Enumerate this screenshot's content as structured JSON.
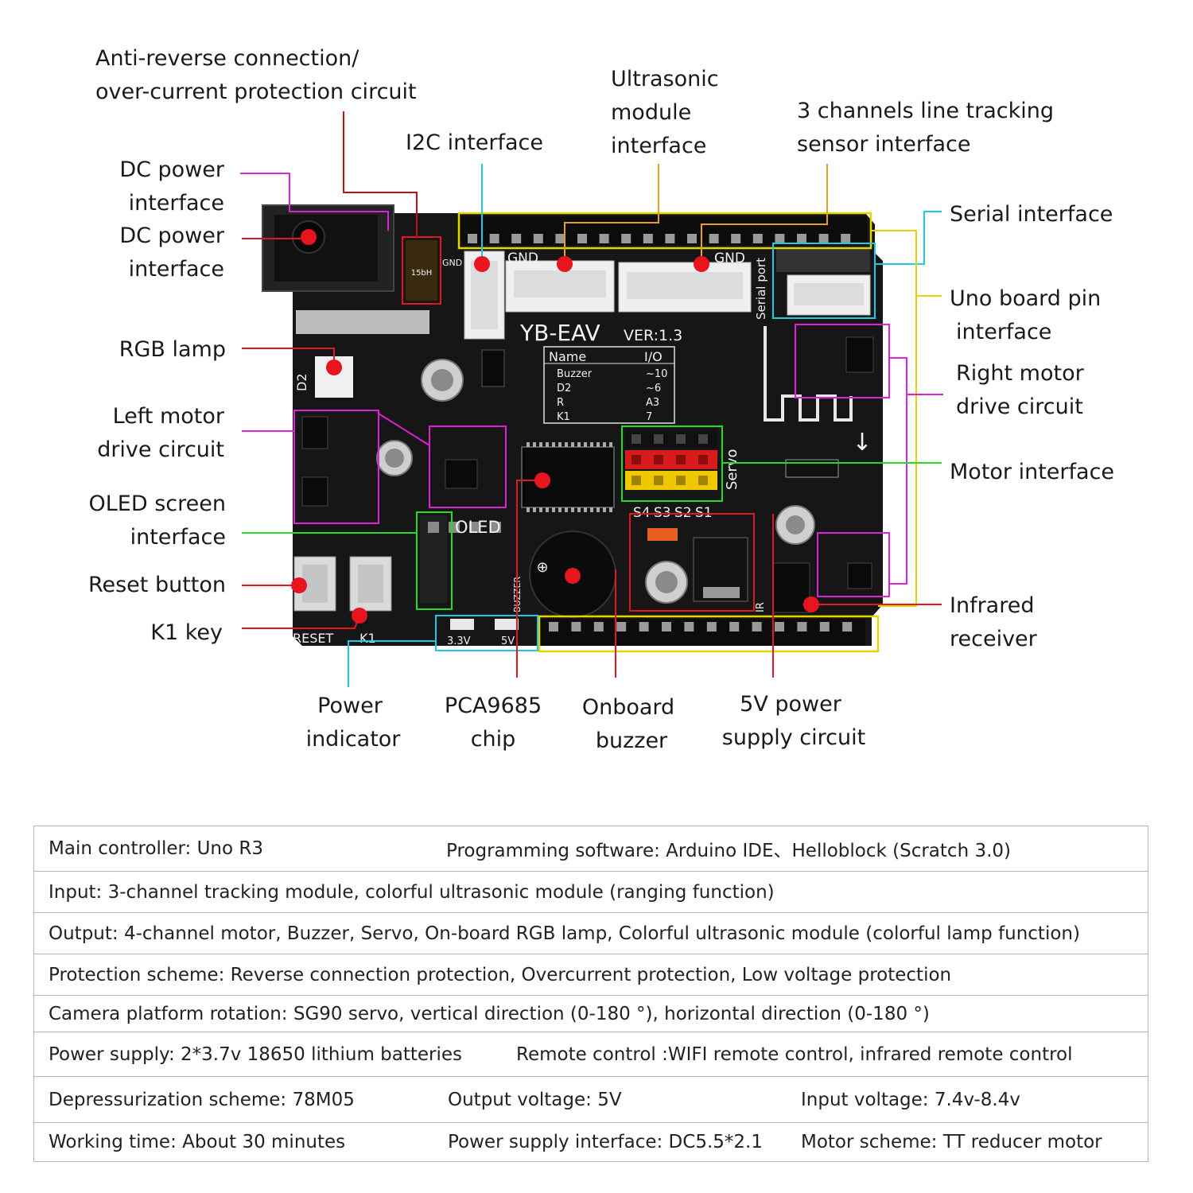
{
  "board": {
    "model": "YB-EAV",
    "version": "VER:1.3",
    "io_table": {
      "headers": [
        "Name",
        "I/O"
      ],
      "rows": [
        [
          "Buzzer",
          "~10"
        ],
        [
          "D2",
          "~6"
        ],
        [
          "R",
          "A3"
        ],
        [
          "K1",
          "7"
        ]
      ]
    },
    "silkscreen": {
      "oled": "OLED",
      "servo": "Servo",
      "serial_port": "Serial port",
      "reset": "RESET",
      "k1": "K1",
      "v33": "3.3V",
      "v5": "5V",
      "d2": "D2",
      "gnd": "GND",
      "servo_pins": [
        "S4",
        "S3",
        "S2",
        "S1"
      ],
      "ir": "IR",
      "buzzer_tag": "BUZZER",
      "fuse": "15bH"
    }
  },
  "callouts": {
    "anti_reverse": [
      "Anti-reverse connection/",
      "over-current protection circuit"
    ],
    "dc_power_1": [
      "DC power",
      "interface"
    ],
    "dc_power_2": [
      "DC power",
      "interface"
    ],
    "i2c": [
      "I2C interface"
    ],
    "ultrasonic": [
      "Ultrasonic",
      "module",
      "interface"
    ],
    "line_tracking": [
      "3 channels line tracking",
      "sensor interface"
    ],
    "serial": [
      "Serial interface"
    ],
    "uno_pin": [
      "Uno board pin",
      "interface"
    ],
    "right_motor": [
      "Right motor",
      "drive circuit"
    ],
    "motor_interface": [
      "Motor interface"
    ],
    "rgb": [
      "RGB lamp"
    ],
    "left_motor": [
      "Left motor",
      "drive circuit"
    ],
    "oled": [
      "OLED screen",
      "interface"
    ],
    "reset": [
      "Reset button"
    ],
    "k1": [
      "K1 key"
    ],
    "infrared": [
      "Infrared",
      "receiver"
    ],
    "power_indicator": [
      "Power",
      "indicator"
    ],
    "pca9685": [
      "PCA9685",
      "chip"
    ],
    "buzzer": [
      "Onboard",
      "buzzer"
    ],
    "power_5v": [
      "5V power",
      "supply circuit"
    ]
  },
  "specs": {
    "row1": {
      "a": "Main controller: Uno R3",
      "b": "Programming software: Arduino IDE、Helloblock (Scratch 3.0)"
    },
    "row2": {
      "a": "Input: 3-channel tracking module, colorful ultrasonic module (ranging function)"
    },
    "row3": {
      "a": "Output: 4-channel motor, Buzzer, Servo, On-board RGB lamp, Colorful ultrasonic module (colorful lamp function)"
    },
    "row4": {
      "a": "Protection scheme: Reverse connection protection, Overcurrent protection, Low voltage protection"
    },
    "row5": {
      "a": "Camera platform rotation: SG90 servo, vertical direction (0-180 °), horizontal direction (0-180 °)"
    },
    "row6": {
      "a": "Power supply: 2*3.7v 18650 lithium batteries",
      "b": "Remote control :WIFI remote control, infrared remote control"
    },
    "row7": {
      "a": "Depressurization scheme: 78M05",
      "b": "Output voltage: 5V",
      "c": "Input voltage: 7.4v-8.4v"
    },
    "row8": {
      "a": "Working time: About 30 minutes",
      "b": "Power supply interface: DC5.5*2.1",
      "c": "Motor scheme: TT reducer motor"
    }
  },
  "colors": {
    "board": "#161616",
    "callout_red": "#e8141e",
    "callout_magenta": "#e020d8",
    "callout_yellow": "#e6d400",
    "callout_cyan": "#1ec8e8",
    "callout_green": "#22dd22",
    "callout_orange": "#e8a020",
    "callout_darkred": "#c01010"
  }
}
